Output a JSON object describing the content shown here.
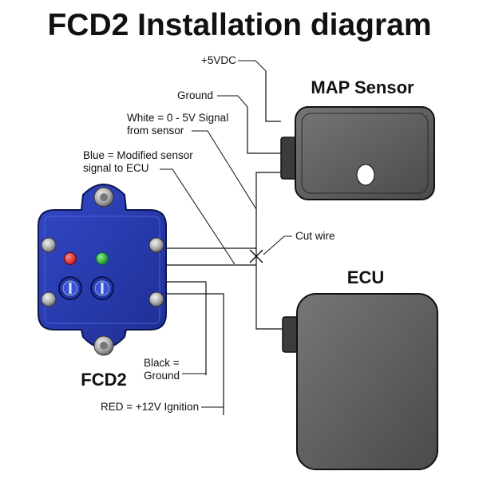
{
  "title": "FCD2 Installation diagram",
  "components": {
    "map_sensor": "MAP Sensor",
    "ecu": "ECU",
    "fcd2": "FCD2"
  },
  "labels": {
    "plus5vdc": "+5VDC",
    "ground": "Ground",
    "white_line1": "White = 0 - 5V Signal",
    "white_line2": "from sensor",
    "blue_line1": "Blue = Modified sensor",
    "blue_line2": "signal to ECU",
    "cut_wire": "Cut wire",
    "black_line1": "Black =",
    "black_line2": "Ground",
    "red": "RED = +12V Ignition"
  },
  "colors": {
    "module_blue": "#2b3fb5",
    "module_blue_dark": "#1a2677",
    "box_gray": "#5a5a5a",
    "led_red": "#d81818",
    "led_green": "#19a12f"
  }
}
